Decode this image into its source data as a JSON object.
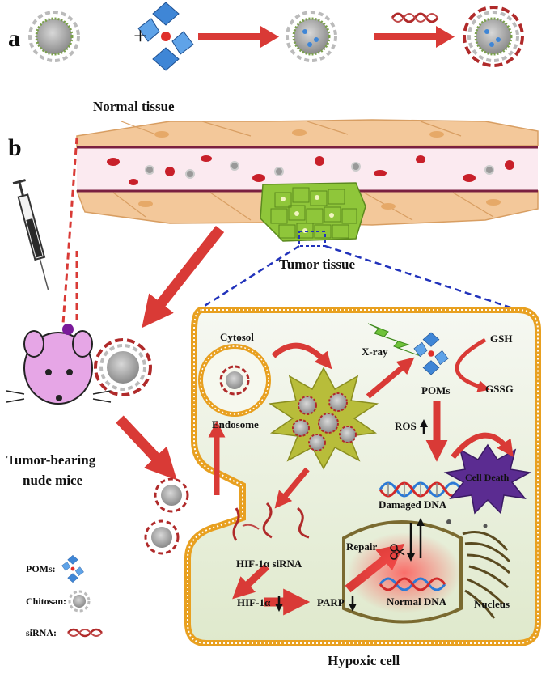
{
  "panels": {
    "a": "a",
    "b": "b"
  },
  "plus_sign": "+",
  "labels": {
    "normal_tissue": "Normal tissue",
    "tumor_tissue": "Tumor tissue",
    "mice_line1": "Tumor-bearing",
    "mice_line2": "nude mice",
    "hypoxic_cell": "Hypoxic cell",
    "cytosol": "Cytosol",
    "endosome": "Endosome",
    "xray": "X-ray",
    "gsh": "GSH",
    "gssg": "GSSG",
    "poms": "POMs",
    "ros": "ROS",
    "cell_death": "Cell Death",
    "damaged_dna": "Damaged DNA",
    "repair": "Repair",
    "hif_sirna": "HIF-1α siRNA",
    "hif": "HIF-1α",
    "parp": "PARP",
    "normal_dna": "Normal DNA",
    "nucleus": "Nucleus"
  },
  "legend": {
    "poms": "POMs:",
    "chitosan": "Chitosan:",
    "sirna": "siRNA:"
  },
  "colors": {
    "arrow_red": "#d93a36",
    "dashed_blue": "#2233bb",
    "cell_fill": "#e6eed6",
    "membrane": "#e8a020",
    "tumor_green": "#8fc63a",
    "mouse_pink": "#e6a6e6",
    "death_purple": "#5b2c91",
    "pom_blue": "#3f86d6"
  }
}
